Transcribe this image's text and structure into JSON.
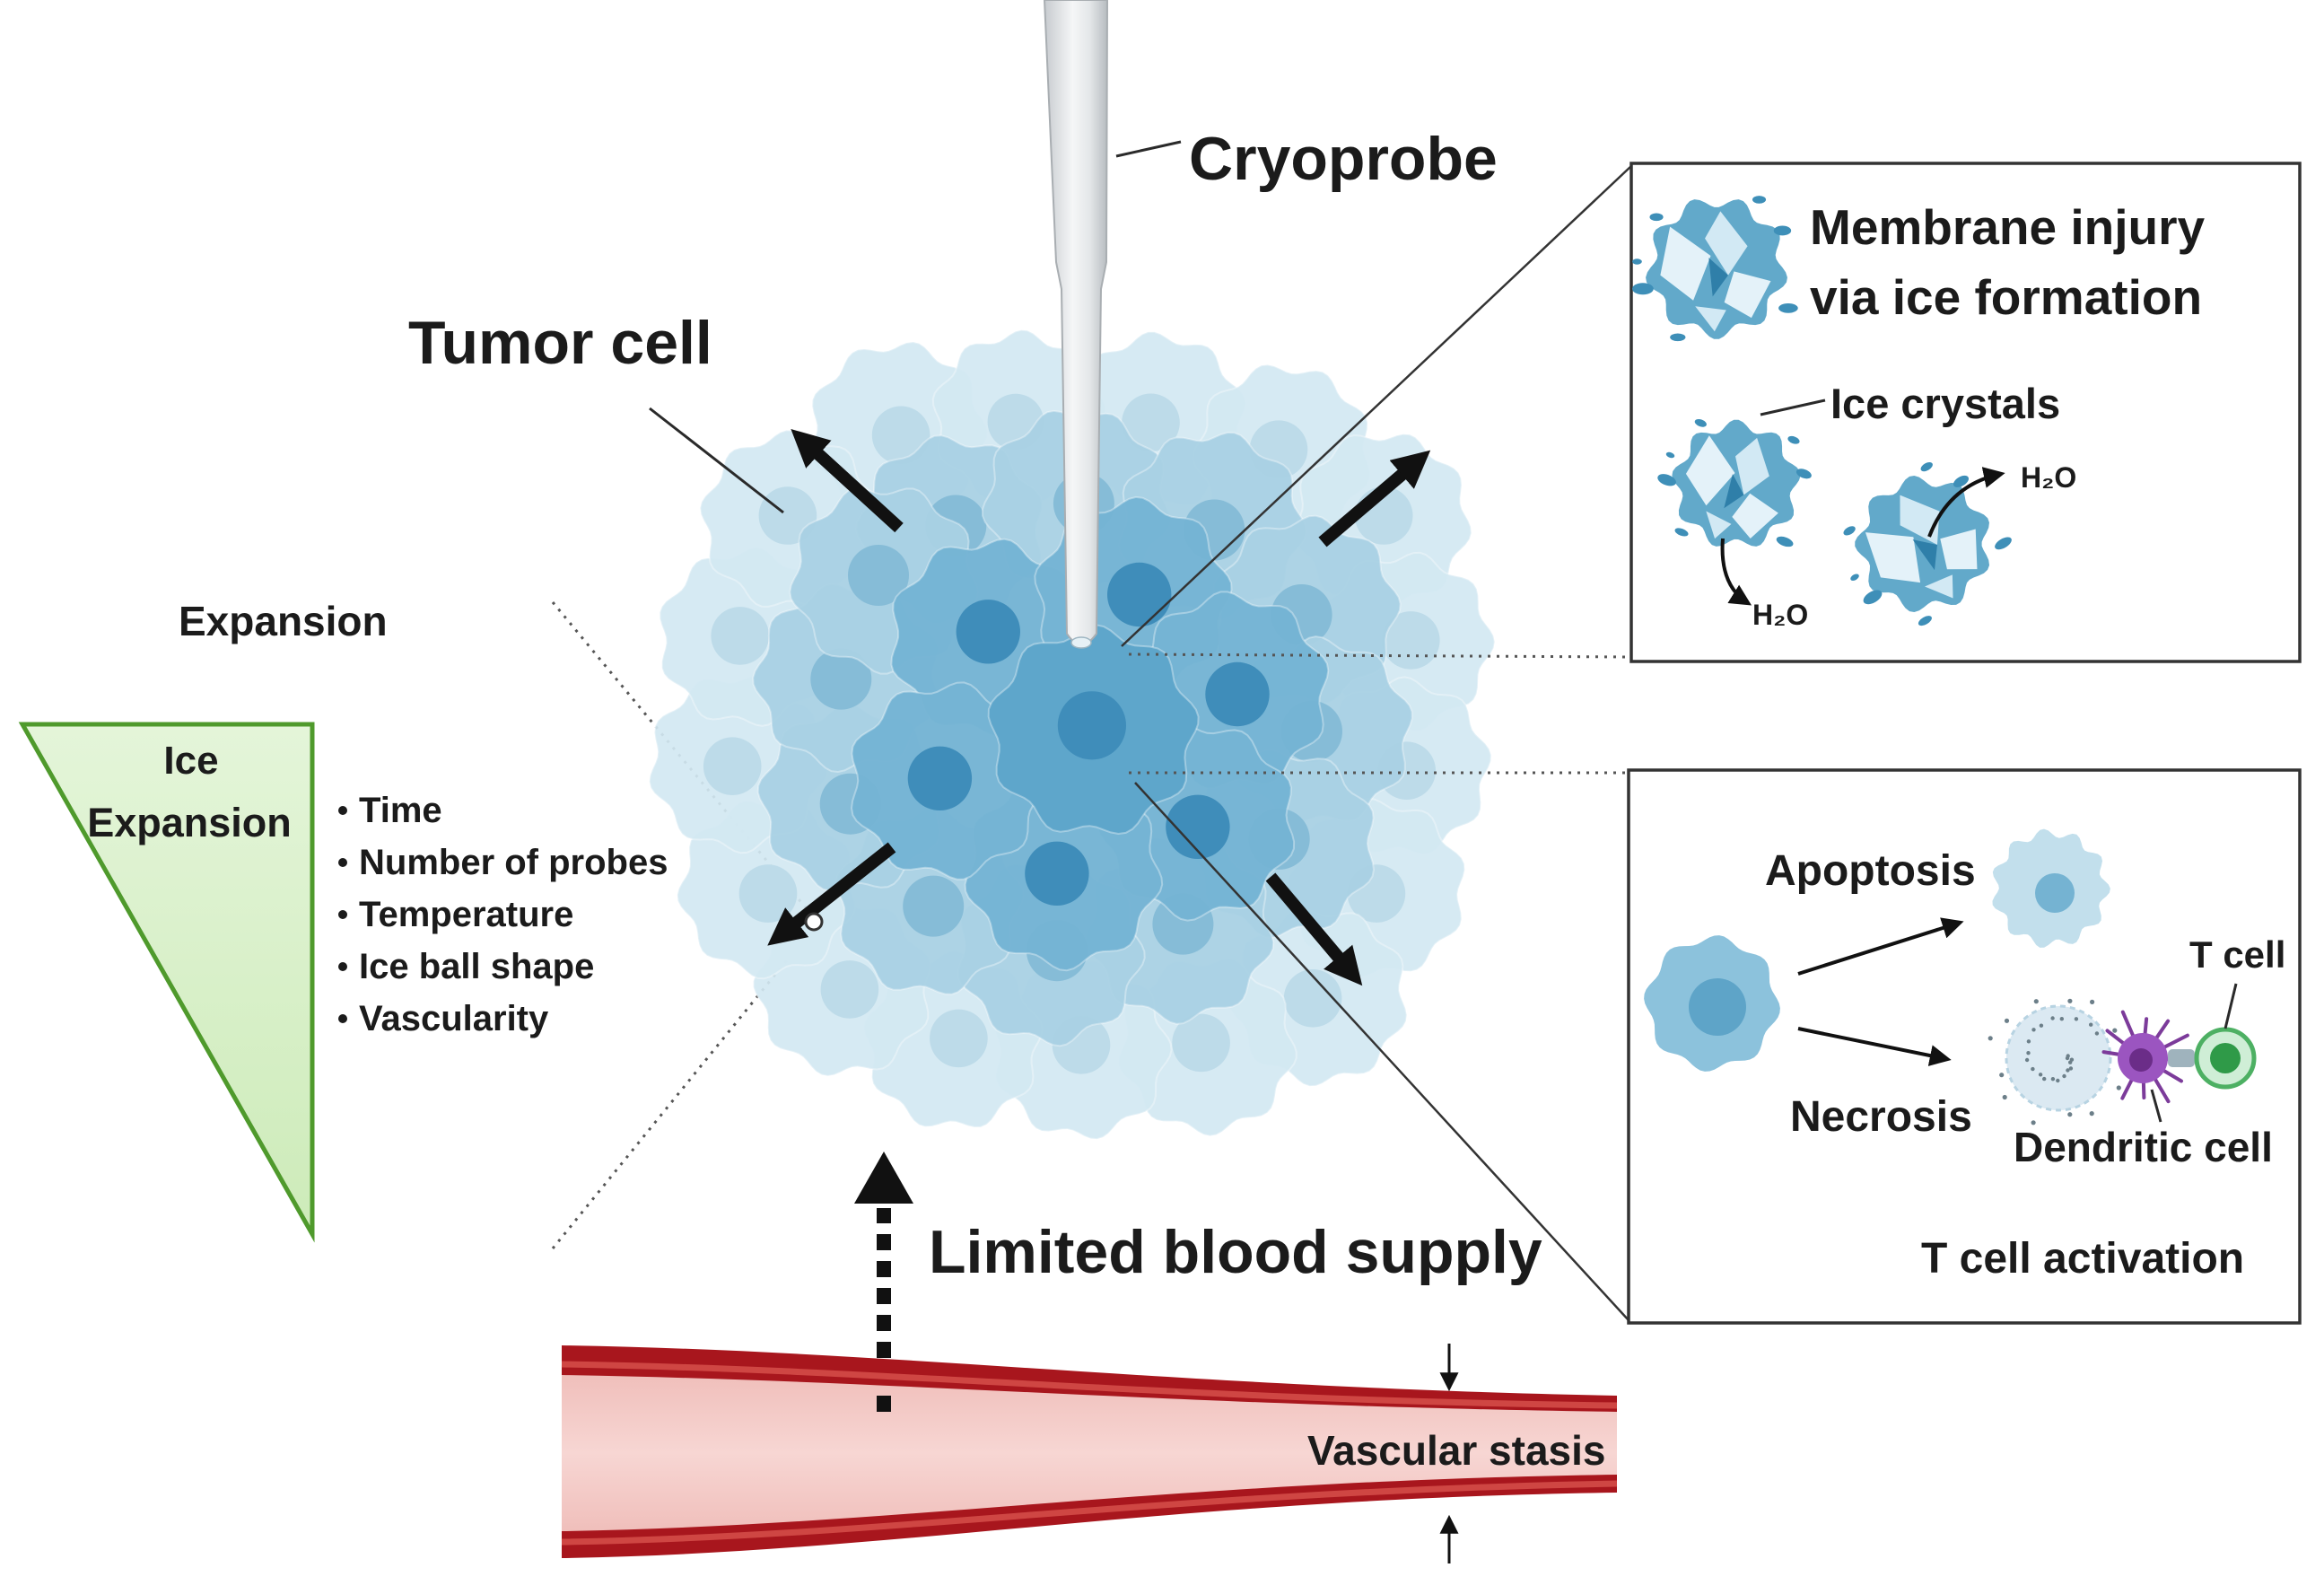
{
  "labels": {
    "cryoprobe": "Cryoprobe",
    "tumor_cell": "Tumor cell",
    "expansion": "Expansion",
    "limited_blood_supply": "Limited blood supply",
    "vascular_stasis": "Vascular stasis"
  },
  "ice_expansion": {
    "title_line1": "Ice",
    "title_line2": "Expansion",
    "factors": [
      "Time",
      "Number of probes",
      "Temperature",
      "Ice ball shape",
      "Vascularity"
    ]
  },
  "membrane_injury_panel": {
    "title_line1": "Membrane injury",
    "title_line2": "via ice formation",
    "ice_crystals": "Ice crystals",
    "water_label_1": "H₂O",
    "water_label_2": "H₂O"
  },
  "immune_panel": {
    "apoptosis": "Apoptosis",
    "t_cell": "T cell",
    "necrosis": "Necrosis",
    "dendritic_cell": "Dendritic cell",
    "caption": "T cell activation"
  },
  "colors": {
    "tumor_outer": "#d3e8f2",
    "tumor_middle": "#a9d1e4",
    "tumor_inner": "#75b4d4",
    "tumor_core": "#5ea6cb",
    "nucleus_outer": "#bddbe9",
    "nucleus_middle": "#86bcd7",
    "nucleus_inner": "#3f8dba",
    "vessel_wall": "#a8161d",
    "triangle_stroke": "#4f9a2c",
    "dendritic_cell": "#9b55c0",
    "t_cell": "#2f9a48"
  }
}
